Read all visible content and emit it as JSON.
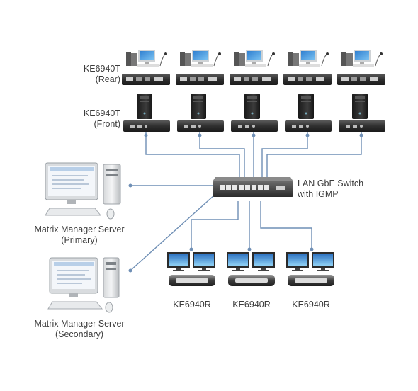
{
  "transmitter_rear": {
    "line1": "KE6940T",
    "line2": "(Rear)",
    "count": 5
  },
  "transmitter_front": {
    "line1": "KE6940T",
    "line2": "(Front)",
    "count": 5
  },
  "switch": {
    "line1": "LAN GbE Switch",
    "line2": "with IGMP"
  },
  "server_primary": {
    "line1": "Matrix Manager Server",
    "line2": "(Primary)"
  },
  "server_secondary": {
    "line1": "Matrix Manager Server",
    "line2": "(Secondary)"
  },
  "receivers": [
    {
      "label": "KE6940R"
    },
    {
      "label": "KE6940R"
    },
    {
      "label": "KE6940R"
    }
  ],
  "colors": {
    "line": "#6f8fb5",
    "device_body": "#3a3a3a",
    "device_face": "#1e1e1e",
    "background": "#ffffff"
  }
}
